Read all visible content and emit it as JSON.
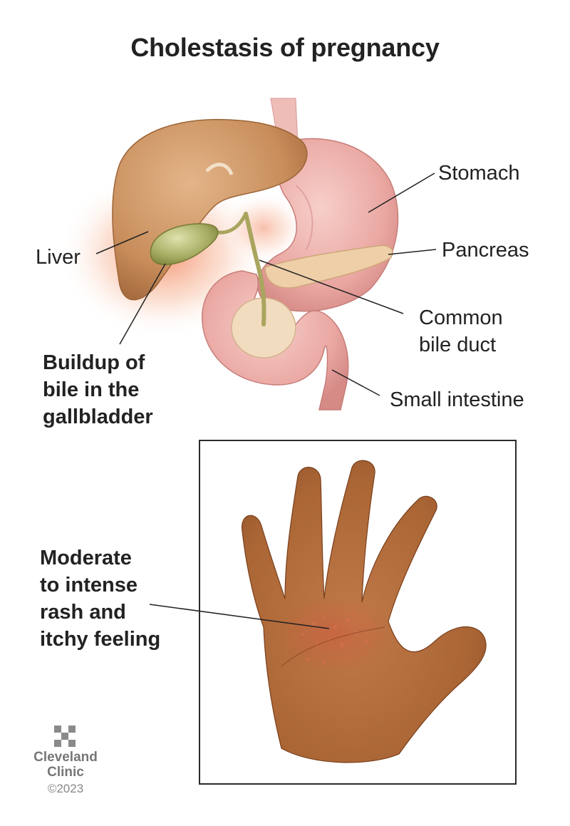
{
  "title": "Cholestasis of pregnancy",
  "labels": {
    "stomach": "Stomach",
    "liver": "Liver",
    "pancreas": "Pancreas",
    "common_bile_duct": [
      "Common",
      "bile duct"
    ],
    "gallbladder_buildup": [
      "Buildup of",
      "bile in the",
      "gallbladder"
    ],
    "small_intestine": "Small intestine",
    "rash": [
      "Moderate",
      "to intense",
      "rash and",
      "itchy feeling"
    ]
  },
  "logo": {
    "icon": "cleveland-clinic-cross-icon",
    "name": [
      "Cleveland",
      "Clinic"
    ],
    "copyright": "©2023"
  },
  "colors": {
    "liver": "#c98f5e",
    "stomach": "#eeb0ad",
    "gallbladder": "#aab06a",
    "skin": "#b56a3a",
    "inflammation": "#f07046"
  }
}
